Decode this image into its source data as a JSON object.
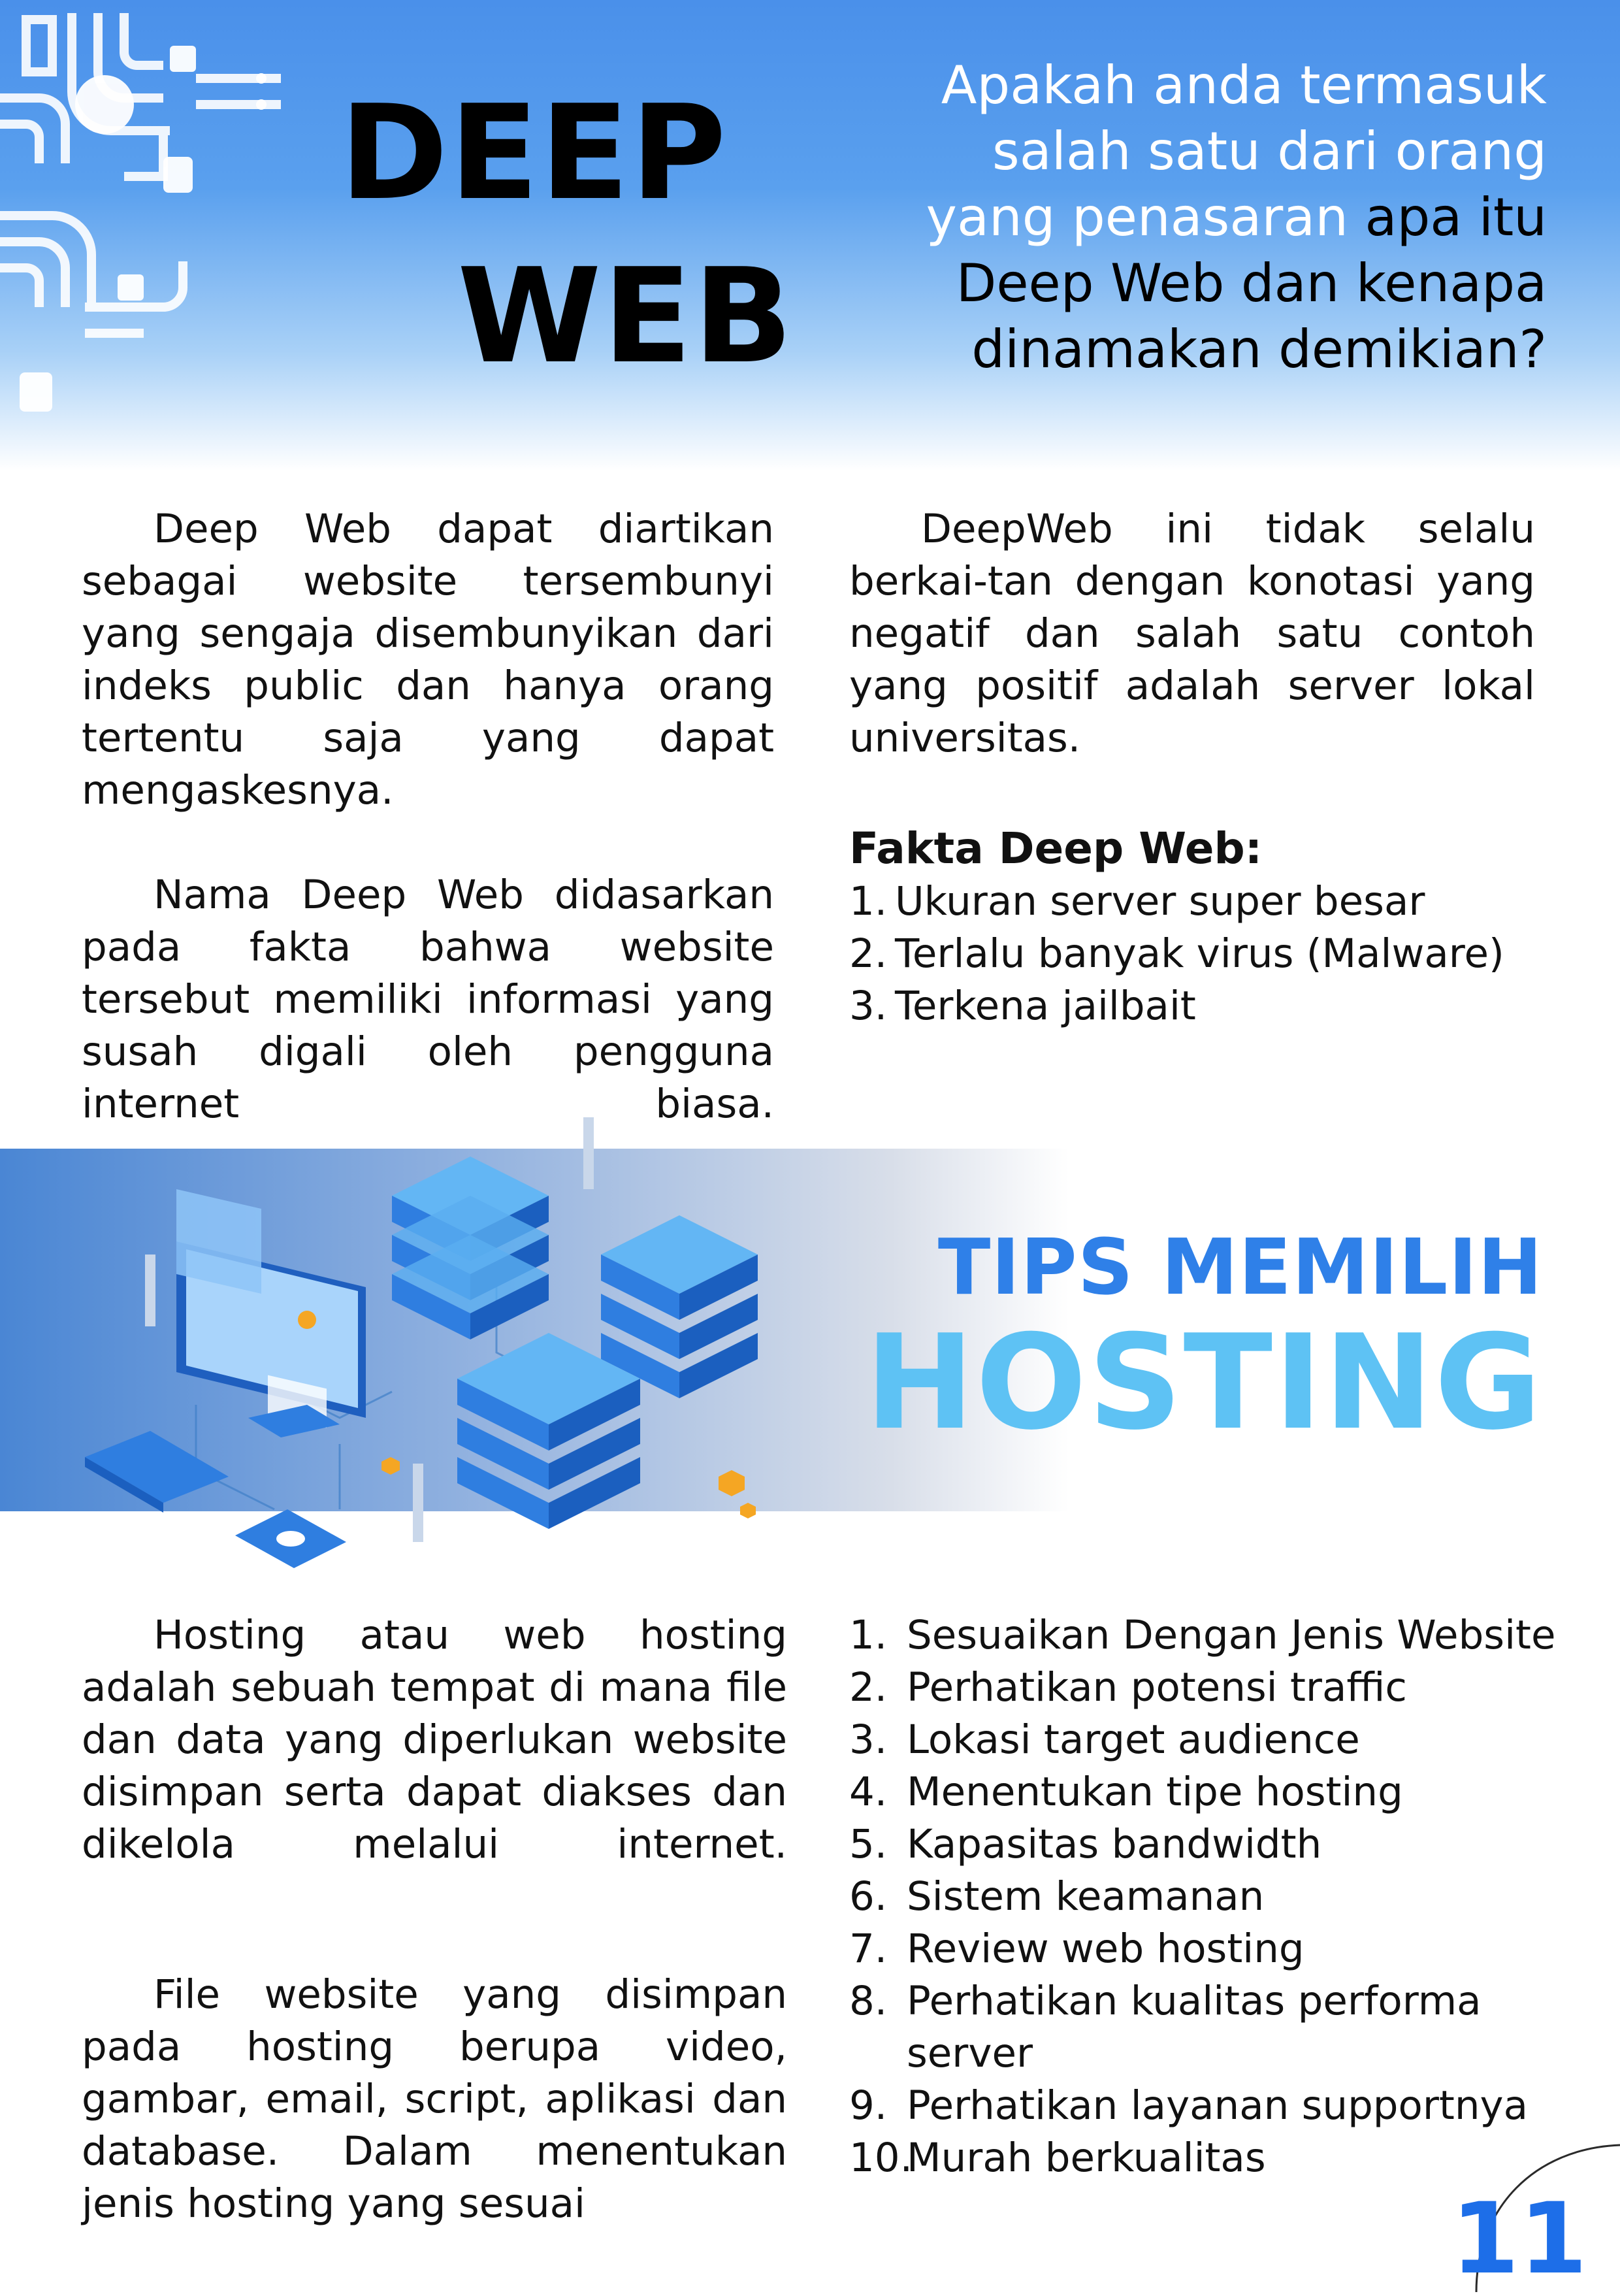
{
  "header": {
    "title_line1": "DEEP",
    "title_line2": "WEB",
    "question_white": "Apakah anda termasuk salah satu dari orang yang penasaran",
    "question_dark": "apa itu Deep Web dan kenapa dinamakan demikian?"
  },
  "deepweb": {
    "para1": "Deep Web dapat diartikan sebagai website tersembunyi yang sengaja disembunyikan dari indeks public dan hanya orang tertentu saja yang dapat mengaskesnya.",
    "para2": "Nama Deep Web didasarkan pada fakta bahwa website tersebut memiliki informasi yang susah digali oleh pengguna internet biasa.",
    "para3": "DeepWeb ini tidak selalu berkai-tan dengan konotasi yang negatif dan salah satu contoh yang positif adalah server lokal universitas.",
    "facts_title": "Fakta Deep Web:",
    "facts": [
      {
        "num": "1.",
        "text": "Ukuran server super besar"
      },
      {
        "num": "2.",
        "text": "Terlalu banyak virus (Malware)"
      },
      {
        "num": "3.",
        "text": "Terkena jailbait"
      }
    ]
  },
  "hosting": {
    "heading_line1": "TIPS MEMILIH",
    "heading_line2": "HOSTING",
    "para1": "Hosting atau web hosting adalah sebuah tempat di mana file dan data yang diperlukan website disimpan serta dapat diakses dan dikelola melalui internet.",
    "para2": "File website yang disimpan pada hosting berupa video, gambar, email, script, aplikasi dan database. Dalam menentukan jenis hosting yang sesuai",
    "tips": [
      {
        "num": "1.",
        "text": "Sesuaikan Dengan Jenis Website"
      },
      {
        "num": "2.",
        "text": "Perhatikan potensi traffic"
      },
      {
        "num": "3.",
        "text": "Lokasi target audience"
      },
      {
        "num": "4.",
        "text": "Menentukan tipe hosting"
      },
      {
        "num": "5.",
        "text": "Kapasitas bandwidth"
      },
      {
        "num": "6.",
        "text": "Sistem keamanan"
      },
      {
        "num": "7.",
        "text": "Review web hosting"
      },
      {
        "num": "8.",
        "text": "Perhatikan kualitas performa server"
      },
      {
        "num": "9.",
        "text": "Perhatikan layanan supportnya"
      },
      {
        "num": "10.",
        "text": "Murah berkualitas"
      }
    ]
  },
  "footer": {
    "page_number": "11"
  },
  "colors": {
    "header_blue": "#4a90ea",
    "tips_blue": "#2f80e8",
    "hosting_cyan": "#5ec2f4",
    "page_number_blue": "#1d6ee8"
  },
  "icons": [
    "circuit-pattern-icon",
    "server-stack-icon",
    "monitor-icon",
    "keyboard-icon",
    "mouse-icon"
  ]
}
